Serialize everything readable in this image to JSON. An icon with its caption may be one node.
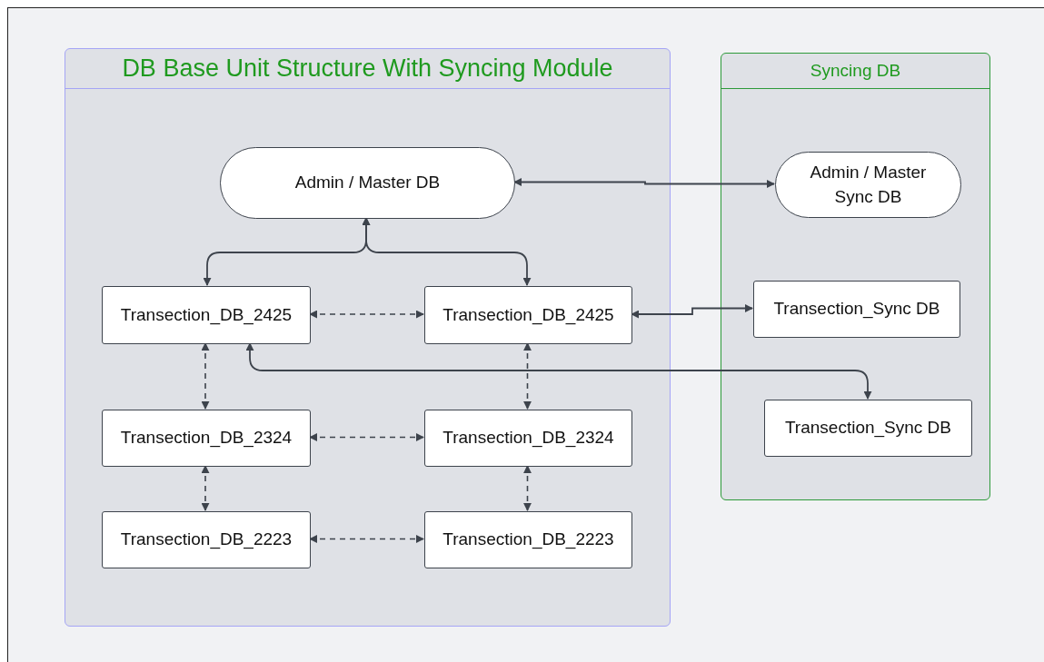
{
  "diagram": {
    "nodes": [
      {
        "text": [
          "DB Base Unit Structure With Syncing Module"
        ]
      },
      {
        "text": [
          "Admin / Master DB"
        ],
        "in": 0
      },
      {
        "text": [
          "Transection_DB_2425"
        ],
        "in": 0
      },
      {
        "text": [
          "Transection_DB_2425"
        ],
        "in": 0
      },
      {
        "text": [
          "Transection_DB_2324"
        ],
        "in": 0
      },
      {
        "text": [
          "Transection_DB_2324"
        ],
        "in": 0
      },
      {
        "text": [
          "Transection_DB_2223"
        ],
        "in": 0
      },
      {
        "text": [
          "Transection_DB_2223"
        ],
        "in": 0
      },
      {
        "text": [
          "Syncing DB"
        ]
      },
      {
        "text": [
          "Admin / Master Sync DB"
        ],
        "in": 8
      },
      {
        "text": [
          "Transection_Sync DB"
        ],
        "in": 8
      },
      {
        "text": [
          "Transection_Sync DB"
        ],
        "in": 8
      }
    ],
    "edges": [
      {
        "from": 1,
        "to": 2,
        "arrow": "both"
      },
      {
        "from": 1,
        "to": 3,
        "arrow": "both"
      },
      {
        "from": 1,
        "to": 9,
        "arrow": "both"
      },
      {
        "from": 2,
        "to": 3,
        "arrow": "both",
        "style": "dashed"
      },
      {
        "from": 2,
        "to": 4,
        "arrow": "both",
        "style": "dashed"
      },
      {
        "from": 3,
        "to": 5,
        "arrow": "both",
        "style": "dashed"
      },
      {
        "from": 4,
        "to": 5,
        "arrow": "both",
        "style": "dashed"
      },
      {
        "from": 4,
        "to": 6,
        "arrow": "both",
        "style": "dashed"
      },
      {
        "from": 5,
        "to": 7,
        "arrow": "both",
        "style": "dashed"
      },
      {
        "from": 6,
        "to": 7,
        "arrow": "both",
        "style": "dashed"
      },
      {
        "from": 3,
        "to": 10,
        "arrow": "both"
      },
      {
        "from": 2,
        "to": 11,
        "arrow": "both"
      }
    ]
  }
}
